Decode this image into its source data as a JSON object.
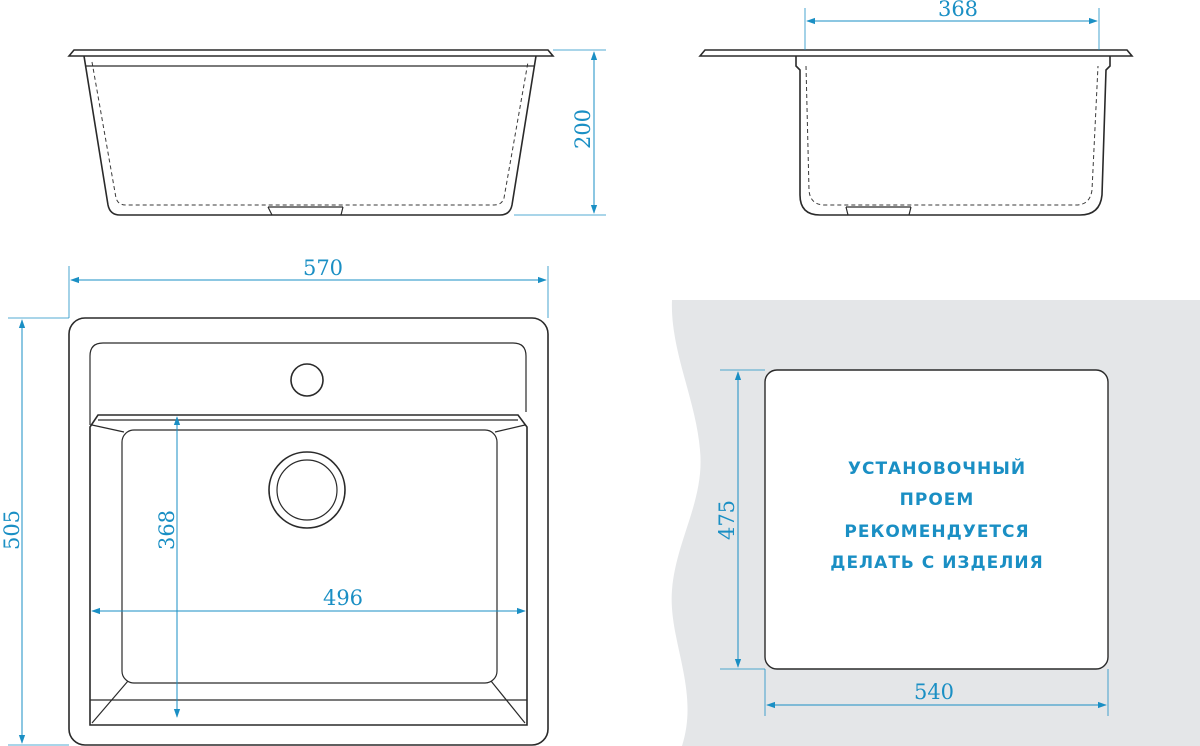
{
  "dimensions": {
    "side_height": "200",
    "front_depth": "368",
    "top_width": "570",
    "top_depth": "505",
    "bowl_depth": "368",
    "bowl_width": "496",
    "cutout_height": "475",
    "cutout_width": "540"
  },
  "cutout_note": {
    "line1": "УСТАНОВОЧНЫЙ",
    "line2": "ПРОЕМ",
    "line3": "РЕКОМЕНДУЕТСЯ",
    "line4": "ДЕЛАТЬ С ИЗДЕЛИЯ"
  },
  "colors": {
    "dimension": "#1a8fc4",
    "outline": "#2a2a2a",
    "countertop": "#e4e6e8"
  }
}
